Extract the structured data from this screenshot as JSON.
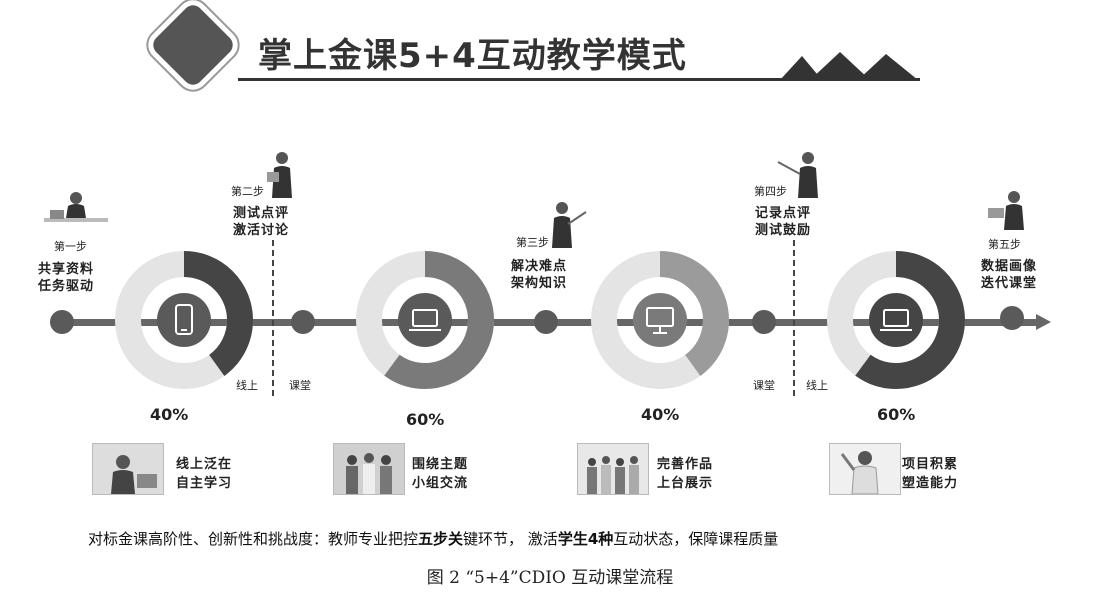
{
  "title": "掌上金课5+4互动教学模式",
  "steps": [
    {
      "tag": "第一步",
      "line1": "共享资料",
      "line2": "任务驱动"
    },
    {
      "tag": "第二步",
      "line1": "测试点评",
      "line2": "激活讨论"
    },
    {
      "tag": "第三步",
      "line1": "解决难点",
      "line2": "架构知识"
    },
    {
      "tag": "第四步",
      "line1": "记录点评",
      "line2": "测试鼓励"
    },
    {
      "tag": "第五步",
      "line1": "数据画像",
      "line2": "迭代课堂"
    }
  ],
  "zone_labels": {
    "online_1": "线上",
    "class_1": "课堂",
    "class_2": "课堂",
    "online_2": "线上"
  },
  "rings": [
    {
      "percent": 40,
      "label": "40%",
      "icon": "smartphone-icon"
    },
    {
      "percent": 60,
      "label": "60%",
      "icon": "laptop-icon"
    },
    {
      "percent": 40,
      "label": "40%",
      "icon": "monitor-icon"
    },
    {
      "percent": 60,
      "label": "60%",
      "icon": "laptop-icon"
    }
  ],
  "activities": [
    {
      "line1": "线上泛在",
      "line2": "自主学习"
    },
    {
      "line1": "围绕主题",
      "line2": "小组交流"
    },
    {
      "line1": "完善作品",
      "line2": "上台展示"
    },
    {
      "line1": "项目积累",
      "line2": "塑造能力"
    }
  ],
  "summary": {
    "part1": "对标金课高阶性、创新性和挑战度：教师专业把控",
    "bold1": "五步关",
    "part2": "键环节，  激活",
    "bold2": "学生4种",
    "part3": "互动状态，保障课程质量"
  },
  "caption": "图 2 “5+4”CDIO 互动课堂流程",
  "colors": {
    "ring_track": "#e4e4e4",
    "ring_dark": "#454545",
    "ring_mid": "#7a7a7a",
    "ring_light": "#9b9b9b",
    "timeline": "#666666",
    "center": "#5a5a5a"
  }
}
